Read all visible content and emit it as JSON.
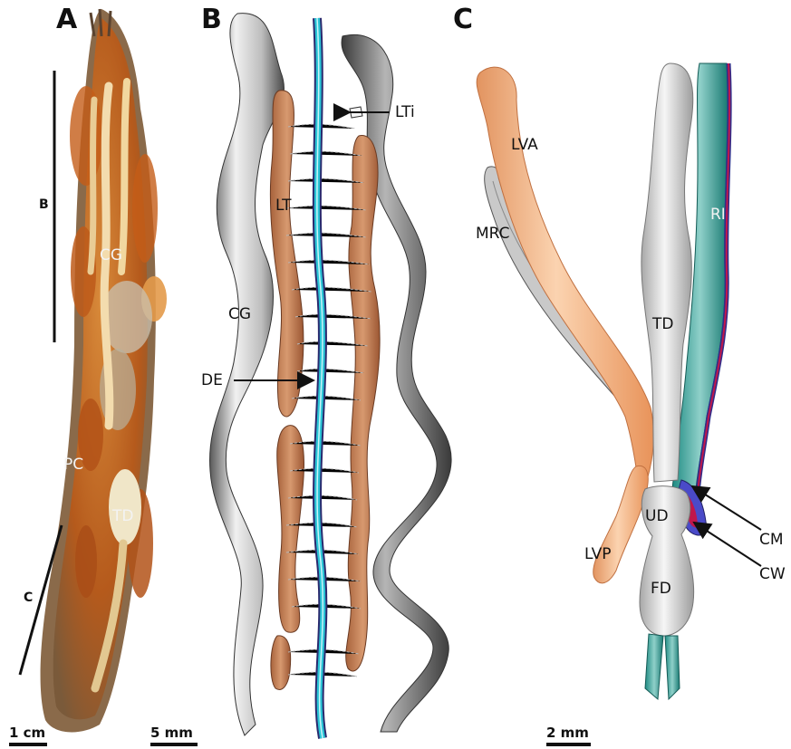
{
  "panels": {
    "a": "A",
    "b": "B",
    "c": "C"
  },
  "panel_a": {
    "b_bar": "B",
    "c_bar": "C",
    "cg": "CG",
    "pc": "PC",
    "td": "TD",
    "scale": "1 cm"
  },
  "panel_b": {
    "cg": "CG",
    "lt": "LT",
    "lti": "LTi",
    "de": "DE",
    "scale": "5 mm"
  },
  "panel_c": {
    "lva": "LVA",
    "mrc": "MRC",
    "ri": "RI",
    "td": "TD",
    "ud": "UD",
    "fd": "FD",
    "lvp": "LVP",
    "cm": "CM",
    "cw": "CW",
    "scale": "2 mm"
  }
}
